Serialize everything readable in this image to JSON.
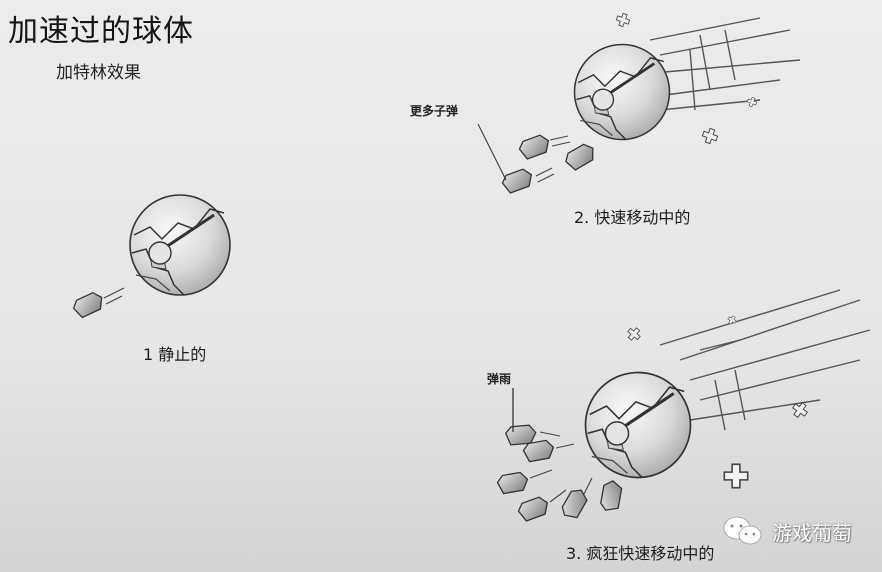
{
  "header": {
    "title": "加速过的球体",
    "subtitle": "加特林效果"
  },
  "stages": [
    {
      "label": "1 静止的"
    },
    {
      "label": "2. 快速移动中的",
      "callout": "更多子弹"
    },
    {
      "label": "3. 疯狂快速移动中的",
      "callout": "弹雨"
    }
  ],
  "watermark": {
    "icon": "wechat-icon",
    "text": "游戏葡萄"
  },
  "colors": {
    "background": "#e9e9e9",
    "ink": "#2a2a2a",
    "shade": "#9a9a9a"
  }
}
